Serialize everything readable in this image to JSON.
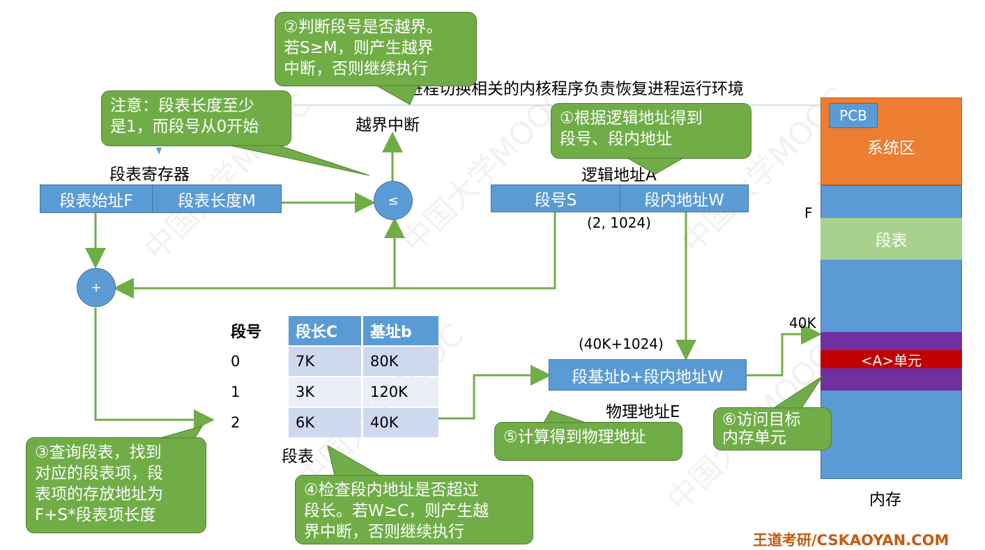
{
  "title": "进程切换相关的内核程序负责恢复进程运行环境",
  "callouts": {
    "c2": [
      "②判断段号是否越界。",
      "若S≥M，则产生越界",
      "中断，否则继续执行"
    ],
    "note": [
      "注意：段表长度至少",
      "是1，而段号从0开始"
    ],
    "c1": [
      "①根据逻辑地址得到",
      "段号、段内地址"
    ],
    "c3": [
      "③查询段表，找到",
      "对应的段表项，段",
      "表项的存放地址为",
      "F+S*段表项长度"
    ],
    "c4": [
      "④检查段内地址是否超过",
      "段长。若W≥C，则产生越",
      "界中断，否则继续执行"
    ],
    "c5": "⑤计算得到物理地址",
    "c6": [
      "⑥访问目标",
      "内存单元"
    ]
  },
  "labels": {
    "overflow": "越界中断",
    "segreg": "段表寄存器",
    "logical": "逻辑地址A",
    "logical_val": "(2, 1024)",
    "physical": "物理地址E",
    "physical_val": "(40K+1024)",
    "segtable": "段表",
    "memory": "内存",
    "F": "F",
    "k40": "40K",
    "compare": "≤",
    "plus": "+"
  },
  "boxes": {
    "seg_start": "段表始址F",
    "seg_len": "段表长度M",
    "seg_no": "段号S",
    "seg_off": "段内地址W",
    "phys": "段基址b+段内地址W"
  },
  "table": {
    "headers": [
      "段号",
      "段长C",
      "基址b"
    ],
    "rows": [
      [
        "0",
        "7K",
        "80K"
      ],
      [
        "1",
        "3K",
        "120K"
      ],
      [
        "2",
        "6K",
        "40K"
      ]
    ]
  },
  "memory": {
    "pcb": "PCB",
    "system": "系统区",
    "segtable": "段表",
    "unit": "<A>单元"
  },
  "footer": "王道考研/CSKAOYAN.COM",
  "watermark": "中国大学MOOC",
  "colors": {
    "blue": "#5b9bd5",
    "green": "#70ad47",
    "orange": "#ed7d31",
    "lightgreen": "#a9d18e",
    "purple": "#7030a0",
    "red": "#c00000",
    "footer": "#c55a11"
  }
}
